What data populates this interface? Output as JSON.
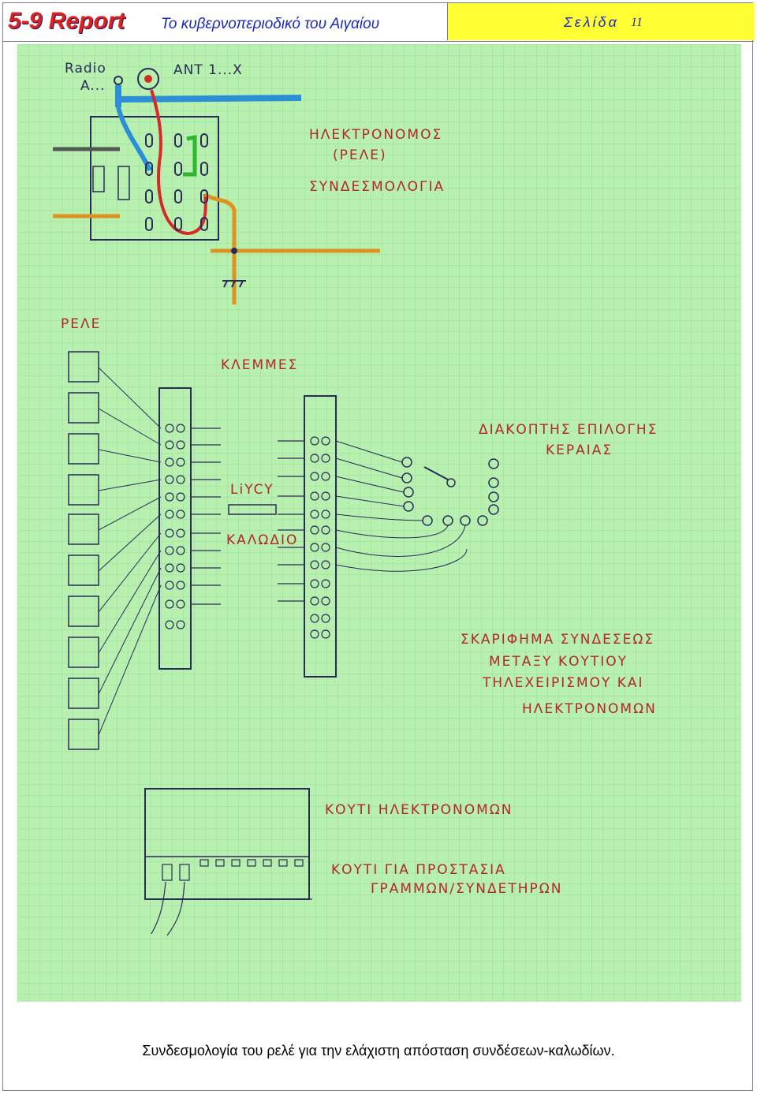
{
  "header": {
    "brand": "5-9 Report",
    "subtitle": "Το κυβερνοπεριοδικό του Αιγαίου",
    "page_label": "Σελίδα",
    "page_number": "11"
  },
  "sketch": {
    "radio_label": "Radio",
    "radio_sub": "A...",
    "antenna_label": "ANT 1...X",
    "relay_title": "ΗΛΕΚΤΡΟΝΟΜΟΣ",
    "relay_title_sub": "(ΡΕΛΕ)",
    "wiring_label": "ΣΥΝΔΕΣΜΟΛΟΓΙΑ",
    "relays_label": "ΡΕΛΕ",
    "terminals_label": "ΚΛΕΜΜΕΣ",
    "cable_type": "LiYCY",
    "cable_label": "ΚΑΛΩΔΙΟ",
    "switch_line1": "ΔΙΑΚΟΠΤΗΣ ΕΠΙΛΟΓΗΣ",
    "switch_line2": "ΚΕΡΑΙΑΣ",
    "sketch_line1": "ΣΚΑΡΙΦΗΜΑ ΣΥΝΔΕΣΕΩΣ",
    "sketch_line2": "ΜΕΤΑΞΥ ΚΟΥΤΙΟΥ",
    "sketch_line3": "ΤΗΛΕΧΕΙΡΙΣΜΟΥ ΚΑΙ",
    "sketch_line4": "ΗΛΕΚΤΡΟΝΟΜΩΝ",
    "box_label": "ΚΟΥΤΙ ΗΛΕΚΤΡΟΝΟΜΩΝ",
    "protect_line1": "ΚΟΥΤΙ ΓΙΑ ΠΡΟΣΤΑΣΙΑ",
    "protect_line2": "ΓΡΑΜΜΩΝ/ΣΥΝΔΕΤΗΡΩΝ"
  },
  "caption": "Συνδεσμολογία του ρελέ για την ελάχιστη απόσταση συνδέσεων-καλωδίων.",
  "colors": {
    "brand": "#e0201e",
    "subtitle": "#1a28c0",
    "page_box": "#ffff33",
    "paper": "#b8f0b0",
    "grid": "#9ddc98",
    "ink": "#2a2a5a",
    "red_ink": "#b3262b",
    "blue_wire": "#2b8fd6",
    "red_wire": "#d62a2a",
    "orange_wire": "#e0921e",
    "green_wire": "#2fb52f"
  }
}
